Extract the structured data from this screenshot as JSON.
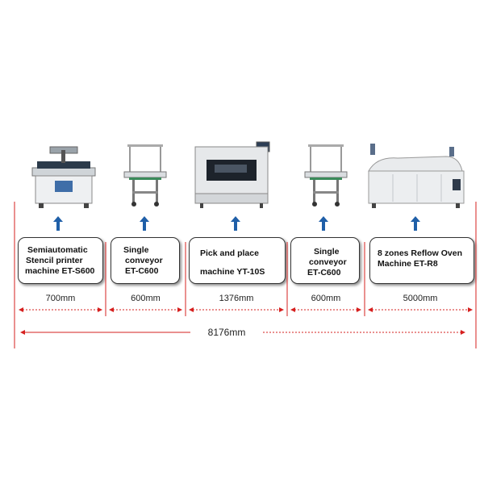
{
  "stations": [
    {
      "lines": [
        "Semiautomatic",
        "Stencil printer",
        "machine ET-S600"
      ],
      "dimension": "700mm",
      "machine_icon": "stencil-printer-image"
    },
    {
      "lines": [
        "Single",
        "conveyor",
        "ET-C600"
      ],
      "dimension": "600mm",
      "machine_icon": "conveyor-image"
    },
    {
      "lines": [
        "Pick and place",
        "machine YT-10S"
      ],
      "dimension": "1376mm",
      "machine_icon": "pick-and-place-image"
    },
    {
      "lines": [
        "Single",
        "conveyor",
        "ET-C600"
      ],
      "dimension": "600mm",
      "machine_icon": "conveyor-image"
    },
    {
      "lines": [
        "8 zones Reflow Oven",
        "Machine ET-R8"
      ],
      "dimension": "5000mm",
      "machine_icon": "reflow-oven-image"
    }
  ],
  "total_length": "8176mm",
  "colors": {
    "up_arrow": "#1f5fa8",
    "dimension_arrow": "#d6201f",
    "divider": "#d6201f"
  }
}
